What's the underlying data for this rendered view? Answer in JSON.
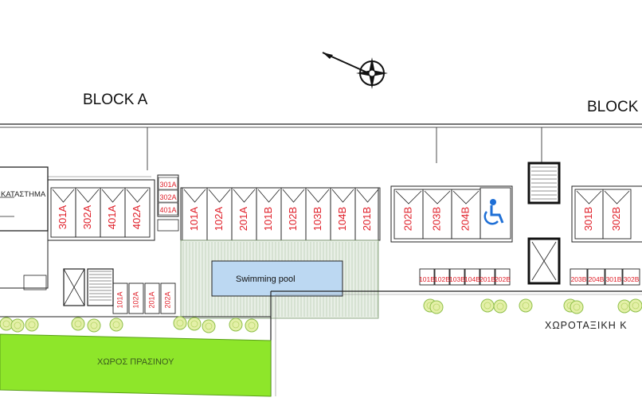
{
  "blocks": {
    "block_a": "BLOCK A",
    "block_b": "BLOCK"
  },
  "shop_label": "ΚΑΤΑΣΤΗΜΑ",
  "pool_label": "Swimming pool",
  "green_area_label": "ΧΩΡΟΣ ΠΡΑΣΙΝΟΥ",
  "zone_label": "ΧΩΡΟΤΑΞΙΚΗ Κ",
  "parking_block_a": [
    "301A",
    "302A",
    "401A",
    "402A"
  ],
  "parking_main": [
    "101A",
    "102A",
    "201A",
    "101B",
    "102B",
    "103B",
    "104B",
    "201B"
  ],
  "parking_b_group1": [
    "202B",
    "203B",
    "204B"
  ],
  "parking_b_group2": [
    "301B",
    "302B"
  ],
  "storage_block_a_small": [
    "301A",
    "302A",
    "401A"
  ],
  "storage_block_a_row": [
    "101A",
    "102A",
    "201A",
    "202A"
  ],
  "storage_row_mid": [
    "101B",
    "102B",
    "103B",
    "104B",
    "201B",
    "202B"
  ],
  "storage_row_right": [
    "203B",
    "204B",
    "301B",
    "302B"
  ],
  "colors": {
    "accent_red": "#e0202a",
    "green_area": "#8ee62a",
    "pool": "#bcd8f2",
    "accessible": "#1e6fd6"
  },
  "icons": [
    "north-arrow-icon",
    "accessible-parking-icon",
    "tree-icon"
  ]
}
